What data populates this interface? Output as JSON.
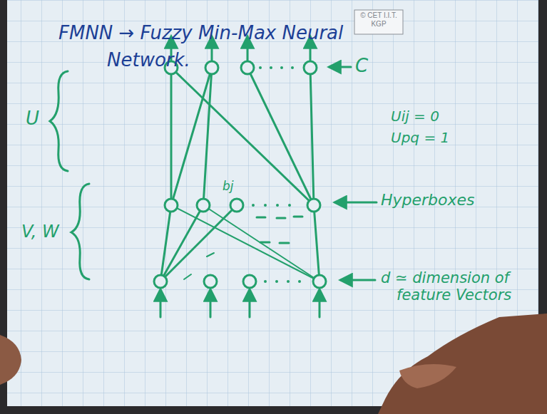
{
  "diagram": {
    "title": "FMNN → Fuzzy Min-Max Neural Network.",
    "labels": [
      "© CET I.I.T. KGP",
      "C",
      "U",
      "bj",
      "Uij = 0",
      "Upq = 1",
      "Hyperboxes",
      "V, W",
      "d ≃ dimension of feature Vectors"
    ]
  }
}
